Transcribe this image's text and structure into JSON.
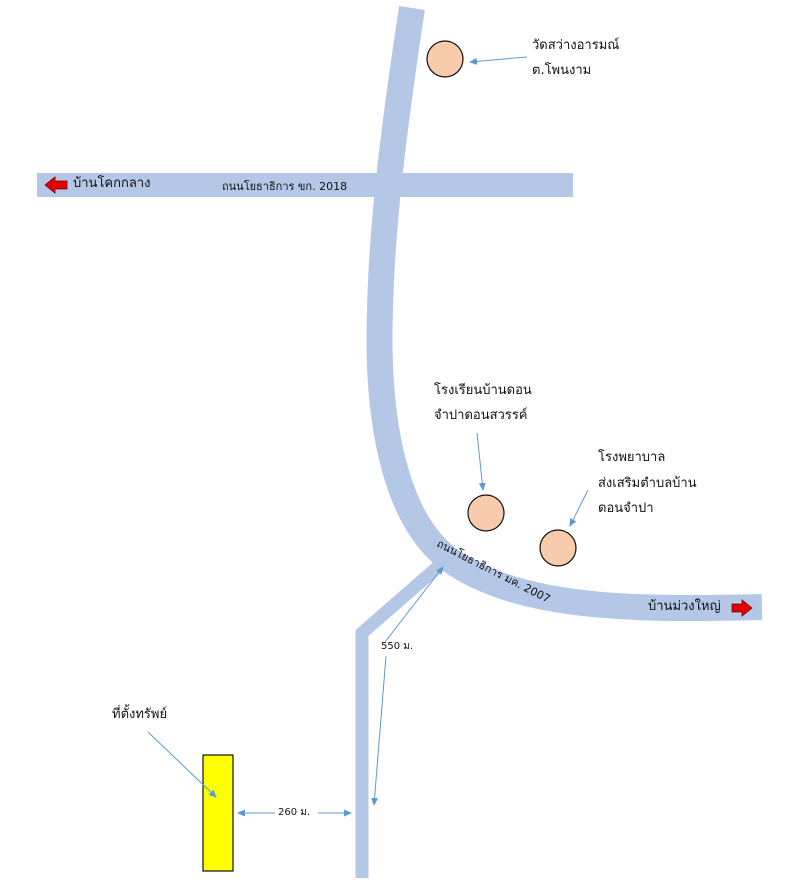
{
  "roads": {
    "kk2018": "ถนนโยธาธิการ ขก. 2018",
    "mk2007": "ถนนโยธาธิการ มค. 2007"
  },
  "directions": {
    "west": "บ้านโคกกลาง",
    "east": "บ้านม่วงใหญ่"
  },
  "landmarks": {
    "temple_line1": "วัดสว่างอารมณ์",
    "temple_line2": "ต.โพนงาม",
    "school_line1": "โรงเรียนบ้านดอน",
    "school_line2": "จำปาดอนสวรรค์",
    "hospital_line1": "โรงพยาบาล",
    "hospital_line2": "ส่งเสริมตำบลบ้าน",
    "hospital_line3": "ดอนจำปา"
  },
  "property": {
    "label": "ที่ตั้งทรัพย์"
  },
  "distances": {
    "along_branch": "550 ม.",
    "to_property": "260 ม."
  },
  "colors": {
    "road": "#b4c7e7",
    "landmark": "#f8cbad",
    "property": "#ffff00",
    "arrow_red": "#e00000",
    "pointer": "#5b9bd5"
  }
}
